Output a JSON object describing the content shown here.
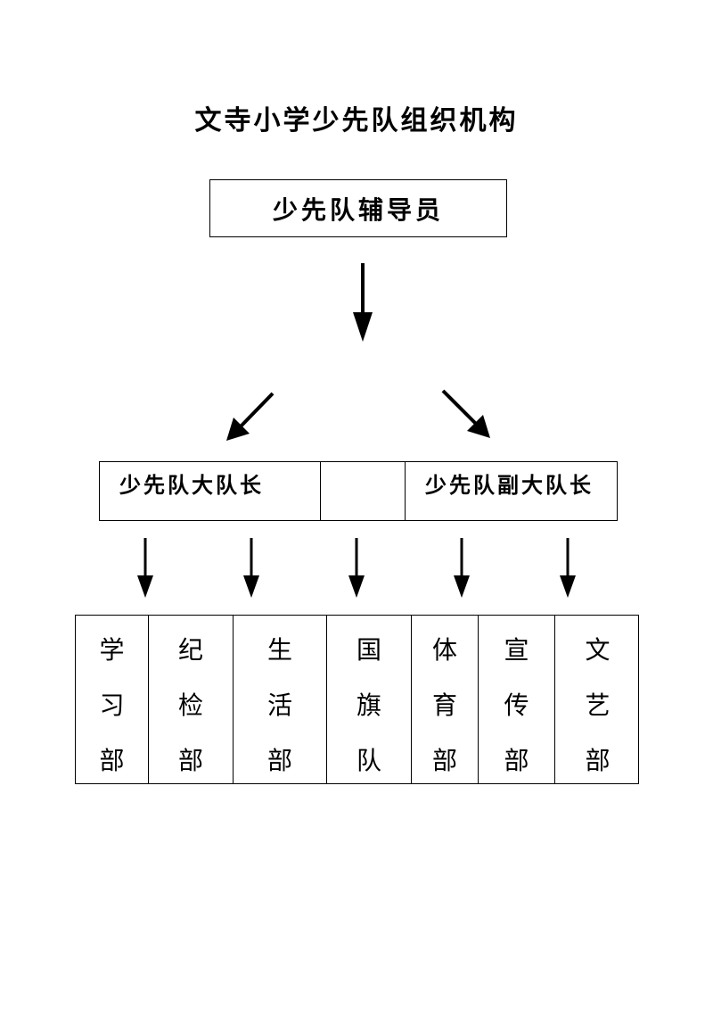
{
  "title": "文寺小学少先队组织机构",
  "counselor": "少先队辅导员",
  "leaders": {
    "captain": "少先队大队长",
    "middle": "",
    "vice_captain": "少先队副大队长"
  },
  "departments": [
    {
      "chars": [
        "学",
        "习",
        "部"
      ]
    },
    {
      "chars": [
        "纪",
        "检",
        "部"
      ]
    },
    {
      "chars": [
        "生",
        "活",
        "部"
      ]
    },
    {
      "chars": [
        "国",
        "旗",
        "队"
      ]
    },
    {
      "chars": [
        "体",
        "育",
        "部"
      ]
    },
    {
      "chars": [
        "宣",
        "传",
        "部"
      ]
    },
    {
      "chars": [
        "文",
        "艺",
        "部"
      ]
    }
  ]
}
